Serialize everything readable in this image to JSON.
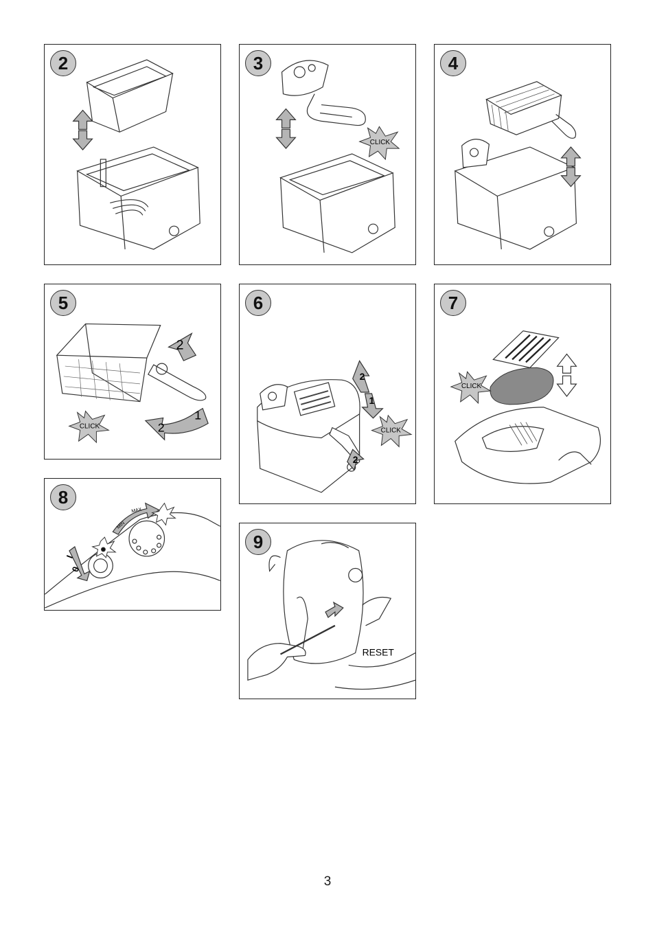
{
  "page": {
    "number": "3"
  },
  "steps": [
    {
      "id": "2",
      "labels": {}
    },
    {
      "id": "3",
      "labels": {
        "click": "CLICK"
      }
    },
    {
      "id": "4",
      "labels": {}
    },
    {
      "id": "5",
      "labels": {
        "click": "CLICK",
        "arrow_one": "1",
        "arrow_two_a": "2",
        "arrow_two_b": "2"
      }
    },
    {
      "id": "6",
      "labels": {
        "click": "CLICK",
        "arrow_one": "1",
        "arrow_two_a": "2",
        "arrow_two_b": "2"
      }
    },
    {
      "id": "7",
      "labels": {
        "click": "CLICK"
      }
    },
    {
      "id": "8",
      "labels": {
        "min": "MIN",
        "max": "MAX",
        "on": "I",
        "off": "0"
      }
    },
    {
      "id": "9",
      "labels": {
        "reset": "RESET"
      }
    }
  ],
  "colors": {
    "line": "#333333",
    "arrow_fill": "#b5b5b5",
    "badge_fill": "#c9c9c9",
    "filter_fill": "#8a8a8a"
  }
}
